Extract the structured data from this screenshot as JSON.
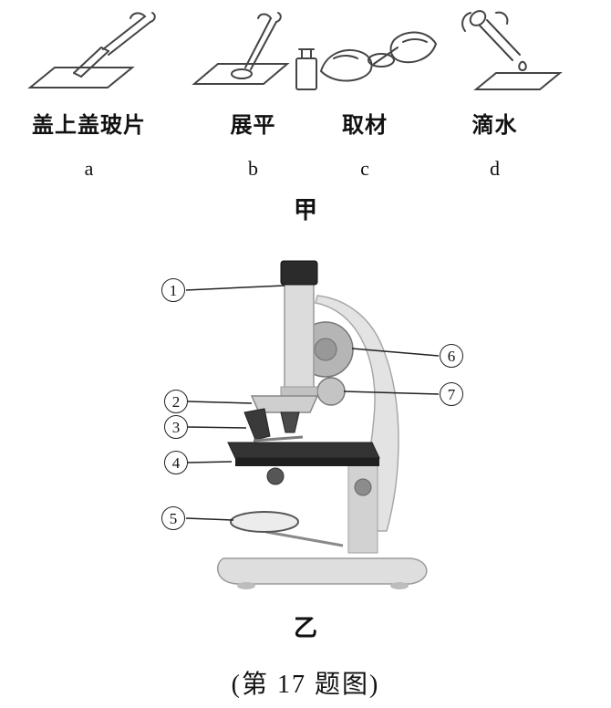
{
  "figure_jia": {
    "label": "甲",
    "steps": [
      {
        "caption": "盖上盖玻片",
        "letter": "a"
      },
      {
        "caption": "展平",
        "letter": "b"
      },
      {
        "caption": "取材",
        "letter": "c"
      },
      {
        "caption": "滴水",
        "letter": "d"
      }
    ]
  },
  "figure_yi": {
    "label": "乙",
    "part_labels": [
      "1",
      "2",
      "3",
      "4",
      "5",
      "6",
      "7"
    ]
  },
  "caption": "(第 17 题图)",
  "colors": {
    "ink": "#222222",
    "body_gray": "#d9d9d9",
    "dark_part": "#2f2f2f"
  }
}
